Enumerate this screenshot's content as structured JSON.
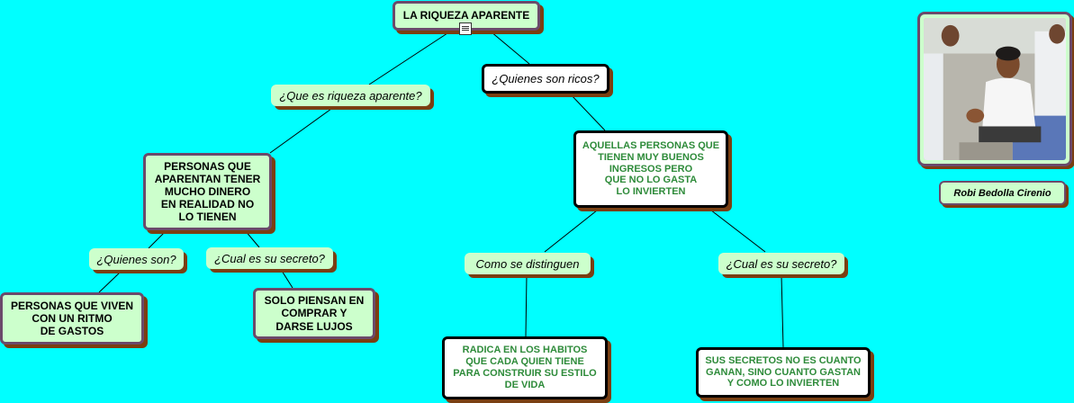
{
  "root": {
    "title": "LA RIQUEZA APARENTE",
    "doc_icon": "document-icon"
  },
  "left_branch": {
    "question": "¿Que es riqueza aparente?",
    "answer": "PERSONAS QUE\nAPARENTAN TENER\nMUCHO DINERO\nEN REALIDAD NO\nLO TIENEN",
    "who_question": "¿Quienes son?",
    "who_answer": "PERSONAS QUE VIVEN\nCON UN RITMO\nDE GASTOS",
    "secret_question": "¿Cual es su secreto?",
    "secret_answer": "SOLO PIENSAN EN\nCOMPRAR Y\nDARSE LUJOS"
  },
  "right_branch": {
    "question": "¿Quienes son ricos?",
    "answer": "AQUELLAS PERSONAS QUE\nTIENEN MUY BUENOS\nINGRESOS PERO\nQUE NO LO GASTA\nLO INVIERTEN",
    "distinguish_question": "Como se distinguen",
    "distinguish_answer": "RADICA EN LOS HABITOS\nQUE CADA QUIEN TIENE\nPARA CONSTRUIR SU ESTILO\nDE VIDA",
    "secret_question": "¿Cual es su secreto?",
    "secret_answer": "SUS SECRETOS NO ES CUANTO\nGANAN, SINO CUANTO GASTAN\nY COMO LO INVIERTEN"
  },
  "author": {
    "name": "Robi Bedolla Cirenio",
    "photo": "group-photo-image"
  },
  "colors": {
    "background": "#00ffff",
    "node_fill": "#ccffcc",
    "node_border": "#6b4a6b",
    "shadow": "#7a3f12",
    "green_text": "#2e8b3a"
  }
}
